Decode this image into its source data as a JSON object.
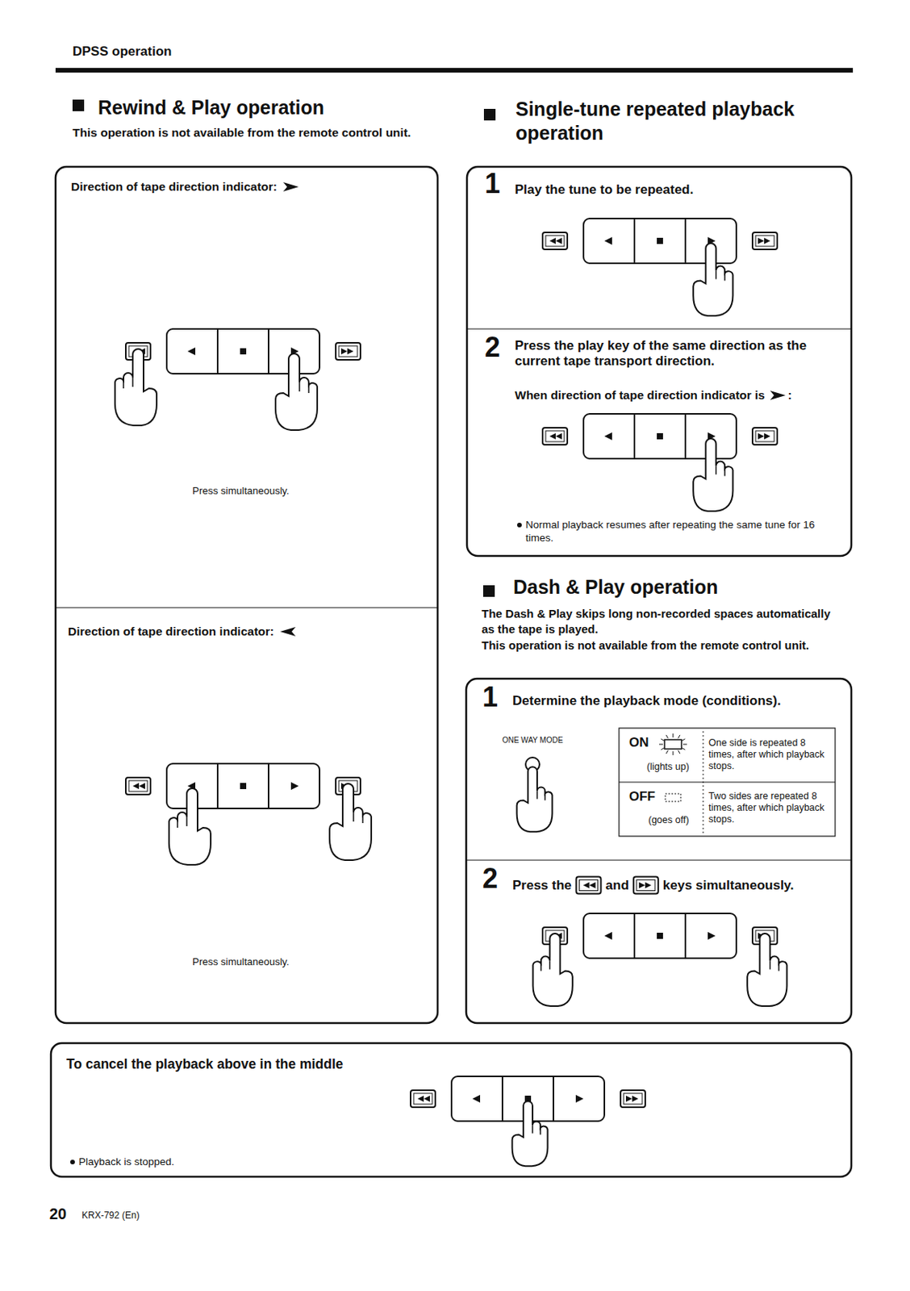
{
  "diagram": {
    "title": "DPSS operation",
    "nodes": [
      {
        "text": [
          "Rewind & Play operation",
          "This operation is not available from the remote control unit."
        ]
      },
      {
        "text": [
          "Direction of tape direction indicator:",
          "Press simultaneously."
        ],
        "in": 0
      },
      {
        "text": [
          "Direction of tape direction indicator:",
          "Press simultaneously."
        ],
        "in": 0
      },
      {
        "text": [
          "Single-tune repeated playback operation"
        ]
      },
      {
        "text": [
          "1",
          "Play the tune to be repeated."
        ],
        "in": 3
      },
      {
        "text": [
          "2",
          "Press the play key of the same direction as the current tape transport direction.",
          "When direction of tape direction indicator is",
          ":",
          "Normal playback resumes after repeating the same tune for 16 times."
        ],
        "in": 3
      },
      {
        "text": [
          "Dash & Play operation",
          "The Dash & Play skips long non-recorded spaces automatically as the tape is played.",
          "This operation is not available from the remote control unit."
        ]
      },
      {
        "text": [
          "1",
          "Determine the playback mode (conditions).",
          "ONE WAY MODE"
        ],
        "in": 6
      },
      {
        "text": [
          "ON",
          "(lights up)",
          "One side is repeated 8 times, after which playback stops."
        ],
        "in": 7
      },
      {
        "text": [
          "OFF",
          "(goes off)",
          "Two sides are repeated 8 times, after which playback stops."
        ],
        "in": 7
      },
      {
        "text": [
          "2",
          "Press the",
          "and",
          "keys simultaneously."
        ],
        "in": 6
      },
      {
        "text": [
          "To cancel the playback above in the middle",
          "Playback is stopped."
        ]
      }
    ],
    "labels": [
      "20",
      "KRX-792 (En)"
    ]
  }
}
